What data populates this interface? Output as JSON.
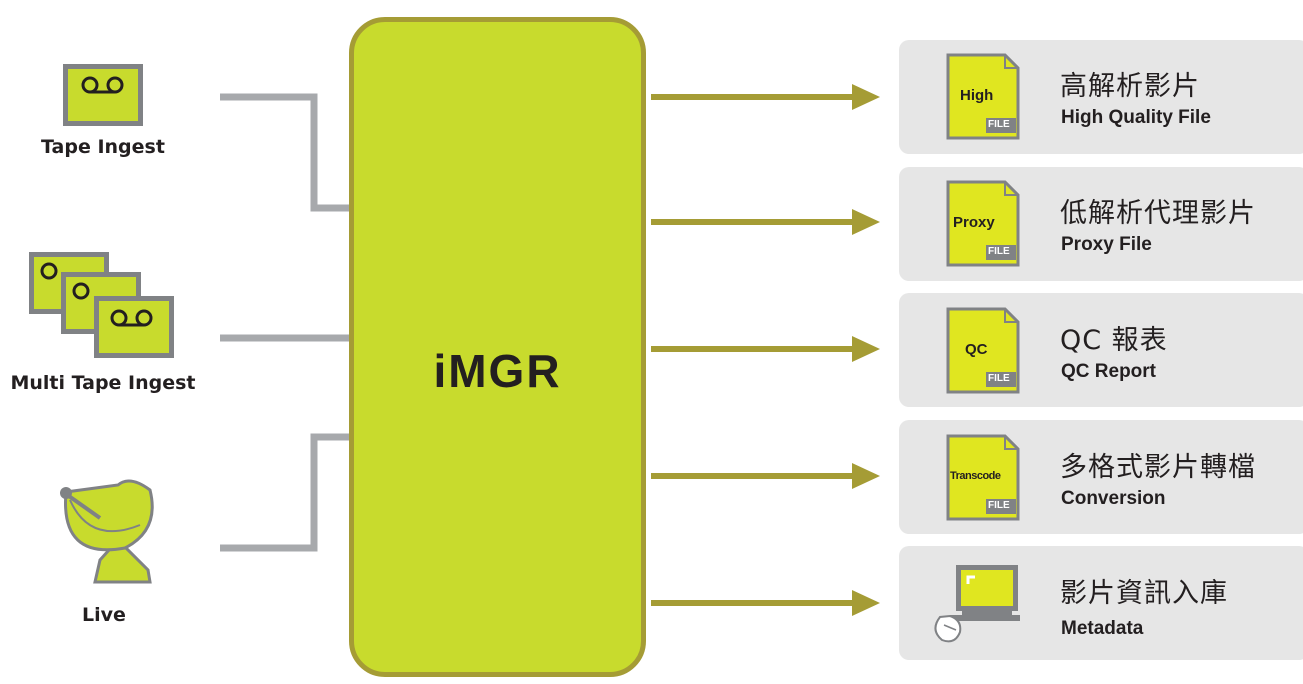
{
  "hub": {
    "title": "iMGR"
  },
  "inputs": [
    {
      "label": "Tape Ingest",
      "icon": "tape-icon"
    },
    {
      "label": "Multi Tape Ingest",
      "icon": "multi-tape-icon"
    },
    {
      "label": "Live",
      "icon": "satellite-dish-icon"
    }
  ],
  "outputs": [
    {
      "zh": "高解析影片",
      "en": "High Quality File",
      "doc_label": "High",
      "badge": "FILE",
      "icon": "file-doc-icon"
    },
    {
      "zh": "低解析代理影片",
      "en": "Proxy File",
      "doc_label": "Proxy",
      "badge": "FILE",
      "icon": "file-doc-icon"
    },
    {
      "zh": "QC 報表",
      "en": "QC Report",
      "doc_label": "QC",
      "badge": "FILE",
      "icon": "file-doc-icon"
    },
    {
      "zh": "多格式影片轉檔",
      "en": "Conversion",
      "doc_label": "Transcode",
      "badge": "FILE",
      "icon": "file-doc-icon"
    },
    {
      "zh": "影片資訊入庫",
      "en": "Metadata",
      "icon": "computer-icon"
    }
  ],
  "colors": {
    "accent": "#c8db2d",
    "accent_dark": "#a59c35",
    "connector_gray": "#a7a9ac",
    "card_bg": "#e6e6e6",
    "text": "#231f20"
  }
}
